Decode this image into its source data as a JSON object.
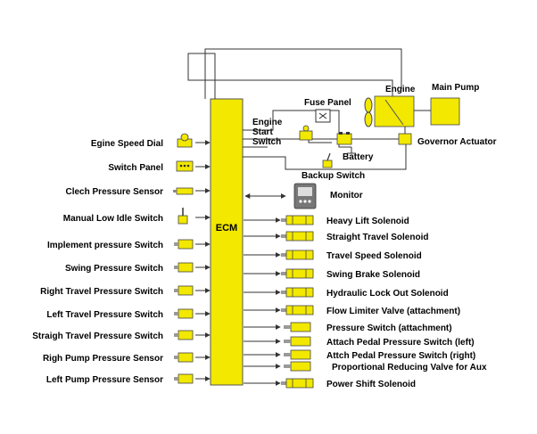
{
  "ecm": {
    "label": "ECM"
  },
  "top_components": {
    "engine": "Engine",
    "main_pump": "Main Pump",
    "fuse_panel": "Fuse Panel",
    "engine_start_switch": [
      "Engine",
      "Start",
      "Switch"
    ],
    "battery": "Battery",
    "governor_actuator": "Governor Actuator",
    "backup_switch": "Backup Switch",
    "monitor": "Monitor"
  },
  "inputs": [
    "Egine Speed Dial",
    "Switch Panel",
    "Clech Pressure Sensor",
    "Manual Low Idle Switch",
    "Implement pressure Switch",
    "Swing Pressure Switch",
    "Right Travel Pressure Switch",
    "Left Travel Pressure Switch",
    "Straigh Travel Pressure  Switch",
    "Righ Pump Pressure Sensor",
    "Left Pump Pressure Sensor"
  ],
  "outputs": [
    "Heavy Lift Solenoid",
    "Straight Travel Solenoid",
    "Travel Speed Solenoid",
    "Swing Brake Solenoid",
    "Hydraulic Lock Out Solenoid",
    "Flow Limiter Valve  (attachment)",
    "Pressure Switch (attachment)",
    "Attach Pedal Pressure  Switch (left)",
    "Attch Pedal Pressure Switch (right)",
    "Proportional Reducing Valve for Aux",
    "Power Shift Solenoid"
  ]
}
